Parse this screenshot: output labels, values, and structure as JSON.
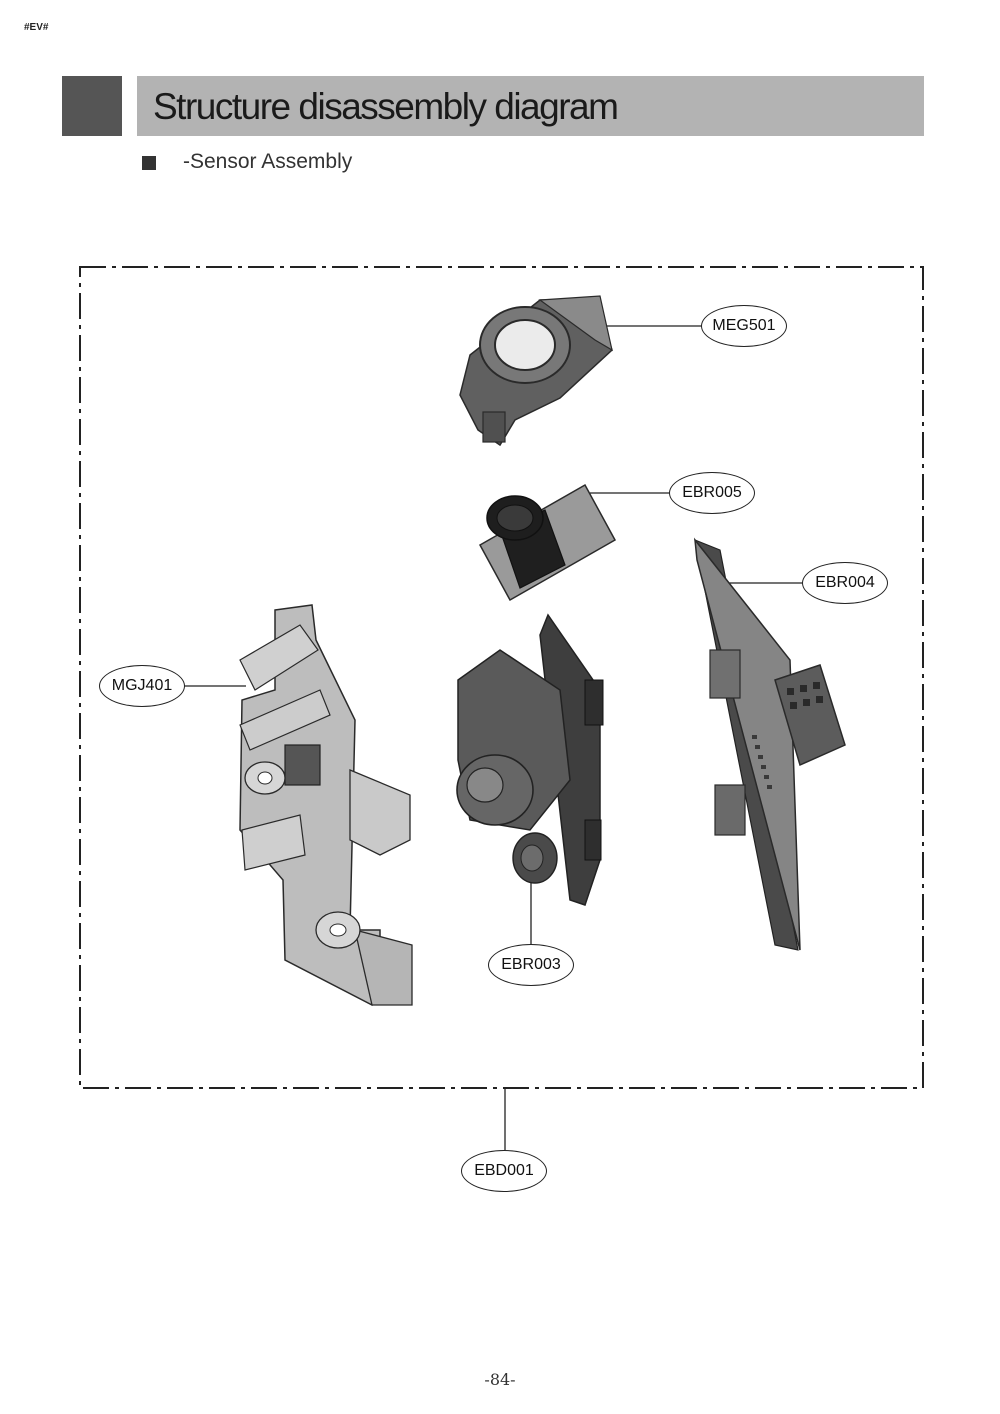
{
  "header_tag": "#EV#",
  "title": "Structure disassembly diagram",
  "subtitle": "-Sensor Assembly",
  "callouts": {
    "meg501": "MEG501",
    "ebr005": "EBR005",
    "ebr004": "EBR004",
    "mgj401": "MGJ401",
    "ebr003": "EBR003",
    "ebd001": "EBD001"
  },
  "page_number": "-84-"
}
